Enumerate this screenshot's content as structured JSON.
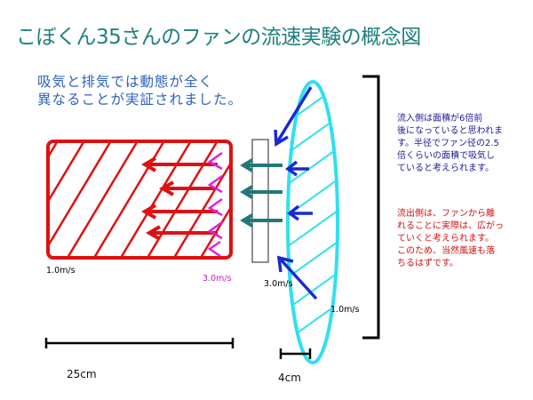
{
  "title": "こぼくん35さんのファンの流速実験の概念図",
  "subtitle": [
    "吸気と排気では動態が全く",
    "異なることが実証されました。"
  ],
  "inflow_note": [
    "流入側は面積が6倍前",
    "後になっていると思われま",
    "す。半径でファン径の2.5",
    "倍くらいの面積で吸気し",
    "ていると考えられます。"
  ],
  "outflow_note": [
    "流出側は、ファンから離",
    "れることに実際は、広がっ",
    "ていくと考えられます。",
    "このため、当然風速も落",
    "ちるはずです。"
  ],
  "labels": {
    "exhaust_far_speed": "1.0m/s",
    "exhaust_near_speed": "3.0m/s",
    "fan_speed": "3.0m/s",
    "intake_speed": "1.0m/s",
    "exhaust_length": "25cm",
    "intake_length": "4cm"
  },
  "colors": {
    "exhaust": "#e01010",
    "intake": "#30e0f0",
    "fan_arrows": "#207878",
    "intake_arrows": "#1a2ad0",
    "magenta": "#e020e0"
  }
}
